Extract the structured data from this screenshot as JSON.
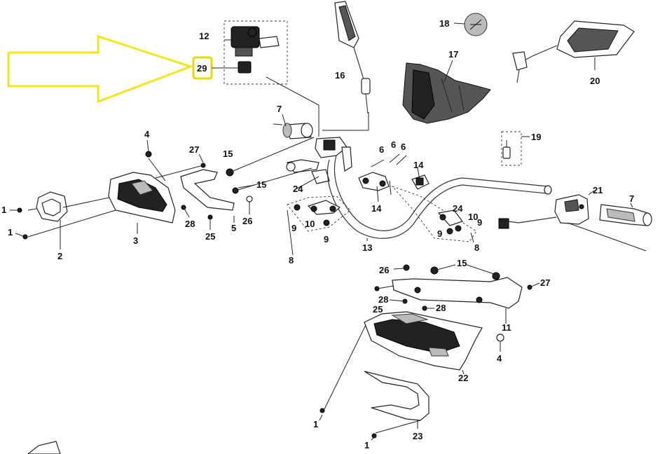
{
  "colors": {
    "highlight_arrow": "#f5e61a",
    "highlight_box": "#e8d700",
    "line": "#222222"
  },
  "labels": {
    "p1a": "1",
    "p1b": "1",
    "p1c": "1",
    "p1d": "1",
    "p2": "2",
    "p3": "3",
    "p4a": "4",
    "p4b": "4",
    "p5": "5",
    "p6a": "6",
    "p6b": "6",
    "p6c": "6",
    "p7a": "7",
    "p7b": "7",
    "p8a": "8",
    "p8b": "8",
    "p9a": "9",
    "p9b": "9",
    "p9c": "9",
    "p9d": "9",
    "p10a": "10",
    "p10b": "10",
    "p11": "11",
    "p12": "12",
    "p13": "13",
    "p14a": "14",
    "p14b": "14",
    "p15a": "15",
    "p15b": "15",
    "p15c": "15",
    "p16": "16",
    "p17": "17",
    "p18": "18",
    "p19": "19",
    "p20": "20",
    "p21": "21",
    "p22": "22",
    "p23": "23",
    "p24a": "24",
    "p24b": "24",
    "p25a": "25",
    "p25b": "25",
    "p26a": "26",
    "p26b": "26",
    "p27a": "27",
    "p27b": "27",
    "p28a": "28",
    "p28b": "28",
    "p28c": "28",
    "p29": "29"
  }
}
